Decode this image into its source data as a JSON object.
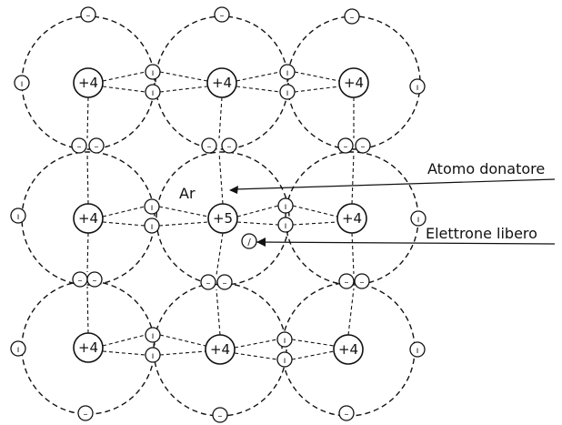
{
  "lattice": {
    "nucleus_charge_label": "+4",
    "electron_label": "–",
    "bond_electron_label": "ı"
  },
  "donor": {
    "region_label": "Ar",
    "nucleus_label": "+5",
    "free_electron_label": "/"
  },
  "callouts": {
    "donor_atom": "Atomo donatore",
    "free_electron": "Elettrone libero"
  }
}
